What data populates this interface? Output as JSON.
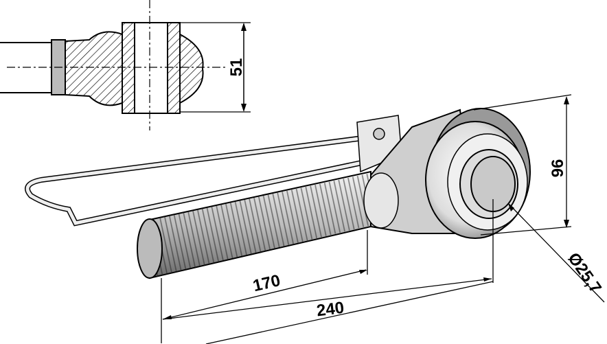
{
  "dimensions": {
    "section_height": "51",
    "eye_height": "96",
    "thread_length": "170",
    "total_length": "240",
    "bore_diameter": "Ø25,7"
  }
}
